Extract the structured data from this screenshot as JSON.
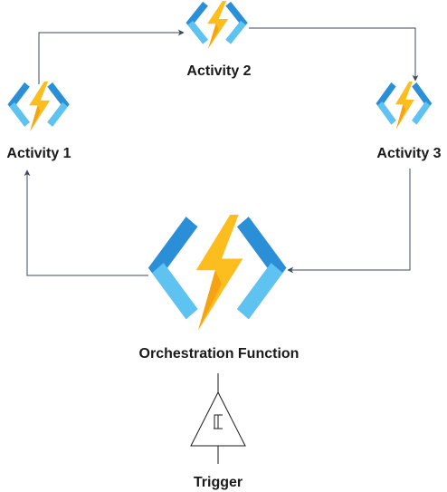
{
  "diagram": {
    "colors": {
      "bolt": "#FCBE1E",
      "bolt_shade": "#F5A213",
      "bracket_dark": "#2B8FD8",
      "bracket_light": "#5EC3F0",
      "connector": "#3b4a5a",
      "text": "#1a1a1a"
    },
    "nodes": {
      "activity1": {
        "label": "Activity 1",
        "icon": "azure-function-icon"
      },
      "activity2": {
        "label": "Activity 2",
        "icon": "azure-function-icon"
      },
      "activity3": {
        "label": "Activity 3",
        "icon": "azure-function-icon"
      },
      "orchestrator": {
        "label": "Orchestration Function",
        "icon": "azure-function-icon"
      },
      "trigger": {
        "label": "Trigger",
        "icon": "schmitt-trigger-icon"
      }
    },
    "edges": [
      {
        "from": "activity1",
        "to": "activity2"
      },
      {
        "from": "activity2",
        "to": "activity3"
      },
      {
        "from": "activity3",
        "to": "orchestrator"
      },
      {
        "from": "orchestrator",
        "to": "activity1"
      },
      {
        "from": "trigger",
        "to": "orchestrator"
      }
    ]
  }
}
